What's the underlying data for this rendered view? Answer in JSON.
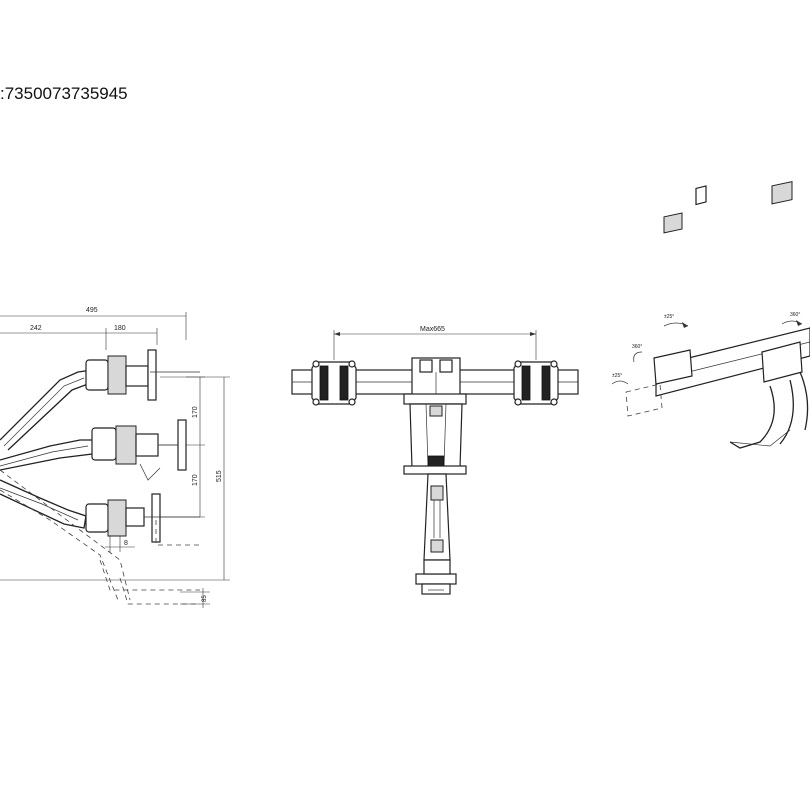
{
  "header": {
    "product_code": ":7350073735945"
  },
  "side_view": {
    "dim_total_reach": "495",
    "dim_arm_reach": "242",
    "dim_head_reach": "180",
    "dim_step_upper": "170",
    "dim_step_lower": "170",
    "dim_total_height": "515",
    "dim_offset": "8",
    "dim_base": "85"
  },
  "front_view": {
    "dim_max_width": "Max665"
  },
  "motion_view": {
    "tilt_top": "±25°",
    "swivel_left": "360°",
    "tilt_left": "±25°",
    "swivel_right": "360°"
  }
}
